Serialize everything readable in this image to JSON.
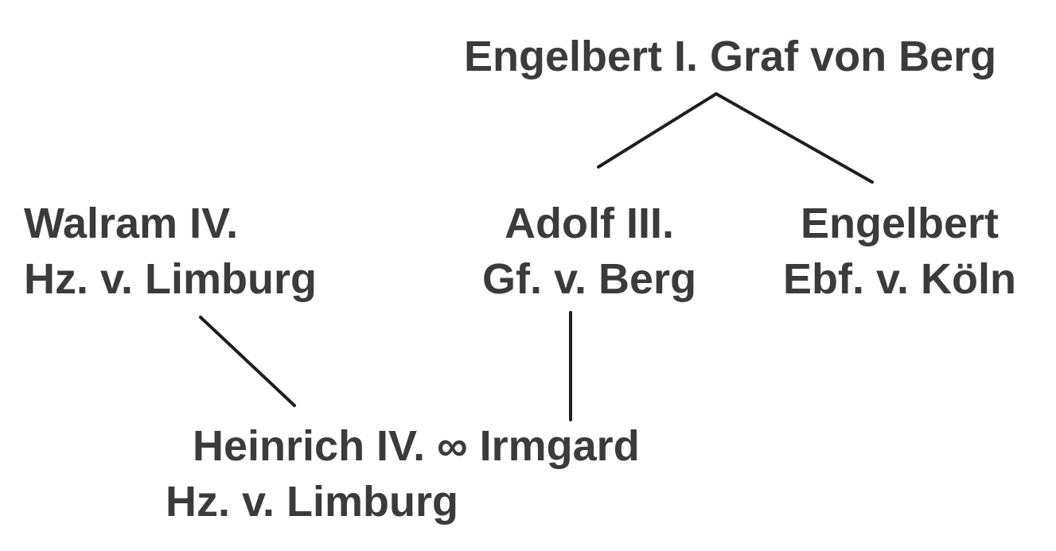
{
  "tree": {
    "root": {
      "name": "Engelbert I. Graf von Berg"
    },
    "walram": {
      "line1": "Walram IV.",
      "line2": "Hz. v. Limburg"
    },
    "adolf": {
      "line1": "Adolf III.",
      "line2": "Gf. v. Berg"
    },
    "engelbert": {
      "line1": "Engelbert",
      "line2": "Ebf. v. Köln"
    },
    "heinrich": {
      "line1": "Heinrich IV. ∞ Irmgard",
      "line2": "Hz. v. Limburg"
    }
  },
  "colors": {
    "text": "#3b3b3b",
    "line": "#1e1e1e",
    "background": "#ffffff"
  }
}
